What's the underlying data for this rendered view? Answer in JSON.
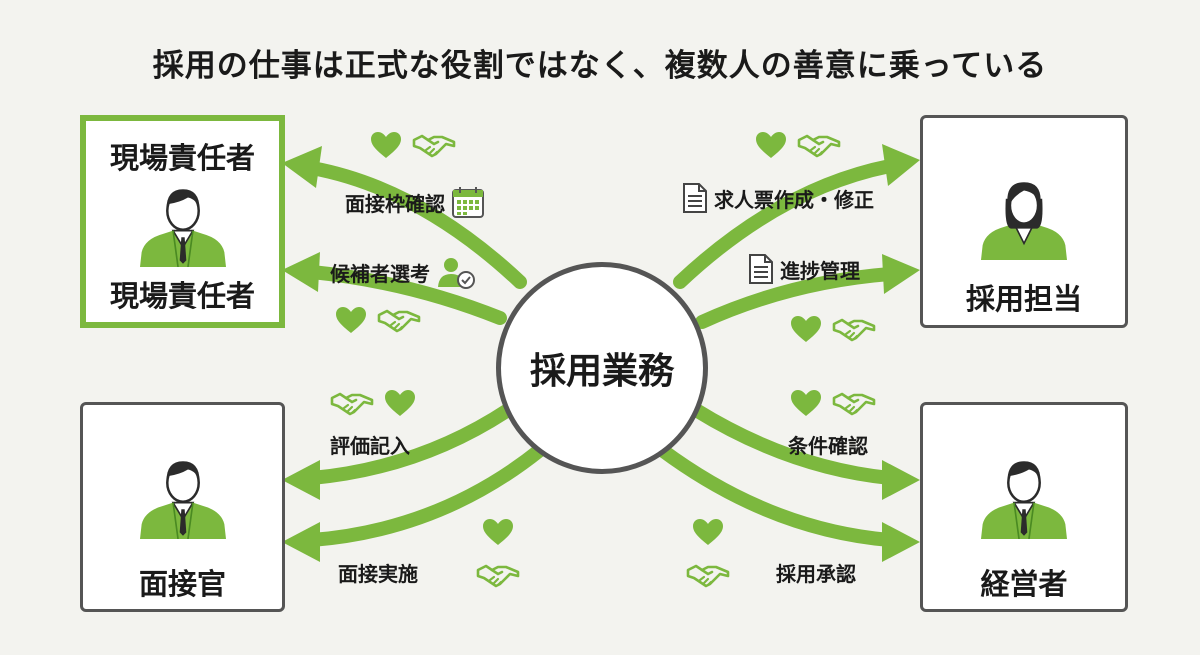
{
  "title": "採用の仕事は正式な役割ではなく、複数人の善意に乗っている",
  "center": {
    "label": "採用業務"
  },
  "roles": {
    "field_manager": {
      "top_label": "現場責任者",
      "bottom_label": "現場責任者"
    },
    "recruiter": {
      "label": "採用担当"
    },
    "interviewer": {
      "label": "面接官"
    },
    "executive": {
      "label": "経営者"
    }
  },
  "tasks": {
    "interview_slots": "面接枠確認",
    "candidate_selection": "候補者選考",
    "job_posting": "求人票作成・修正",
    "progress": "進捗管理",
    "evaluation": "評価記入",
    "interview": "面接実施",
    "conditions": "条件確認",
    "approval": "採用承認"
  },
  "colors": {
    "accent_green": "#7cb83e",
    "dark_green": "#5e9a2a",
    "border_gray": "#555555"
  },
  "icons": [
    "heart-icon",
    "handshake-icon",
    "calendar-icon",
    "person-check-icon",
    "document-icon"
  ]
}
